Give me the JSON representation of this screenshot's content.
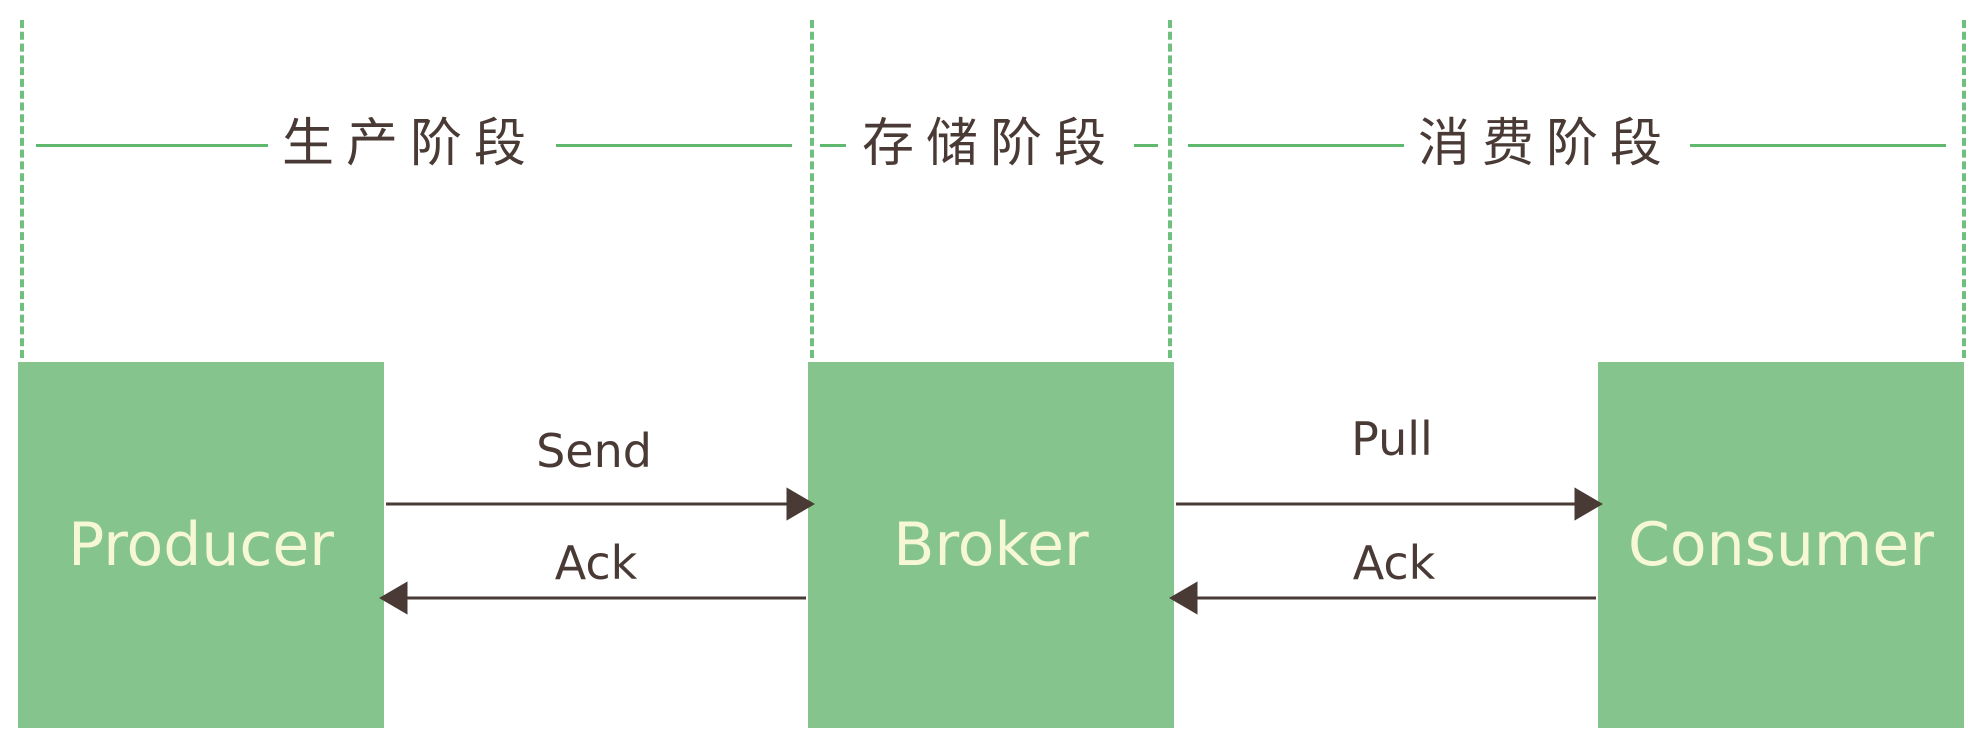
{
  "stages": {
    "production": "生产阶段",
    "storage": "存储阶段",
    "consumption": "消费阶段"
  },
  "nodes": {
    "producer": "Producer",
    "broker": "Broker",
    "consumer": "Consumer"
  },
  "edges": {
    "producer_to_broker": "Send",
    "broker_to_producer": "Ack",
    "broker_to_consumer": "Pull",
    "consumer_to_broker": "Ack"
  },
  "colors": {
    "box_fill": "#86c48e",
    "box_text": "#f5f7d6",
    "divider": "#6fbf7f",
    "arrow": "#4a3a35"
  }
}
